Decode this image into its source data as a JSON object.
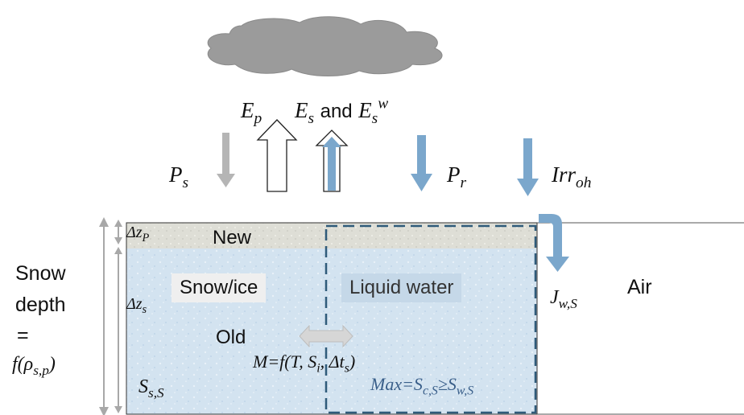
{
  "labels": {
    "ep": {
      "main": "E",
      "sub": "p"
    },
    "es_main": "E",
    "es_sub": "s",
    "and": "and",
    "esw_main": "E",
    "esw_sub": "s",
    "esw_sup": "w",
    "ps": {
      "main": "P",
      "sub": "s"
    },
    "pr": {
      "main": "P",
      "sub": "r"
    },
    "irr": {
      "main": "Irr",
      "sub": "oh"
    },
    "dzp": {
      "main": "Δz",
      "sub": "P"
    },
    "dzs": {
      "main": "Δz",
      "sub": "s"
    },
    "new": "New",
    "snow_ice": "Snow/ice",
    "liquid_water": "Liquid water",
    "old": "Old",
    "melt": {
      "pre": "M=f(T, S",
      "sub1": "i",
      "mid": ", Δt",
      "sub2": "s",
      "post": ")"
    },
    "ss": {
      "main": "S",
      "sub": "s,S"
    },
    "max": {
      "pre": "Max=S",
      "sub1": "c,S",
      "mid": "≥S",
      "sub2": "w,S"
    },
    "jws": {
      "main": "J",
      "sub": "w,S"
    },
    "air": "Air",
    "snow_depth_1": "Snow",
    "snow_depth_2": "depth",
    "snow_depth_3": "=",
    "snow_depth_f": {
      "pre": "f(ρ",
      "sub": "s,p",
      "post": ")"
    }
  },
  "colors": {
    "cloud": "#9b9b9b",
    "new_snow": "#dcdcd4",
    "old_snow": "#cfe0ee",
    "water_box_line": "#2f5b7a",
    "blue_arrow": "#7ba7cc",
    "gray_arrow": "#b5b5b5",
    "dim_arrow": "#a8a8a8",
    "max_text": "#3a5f8a"
  }
}
